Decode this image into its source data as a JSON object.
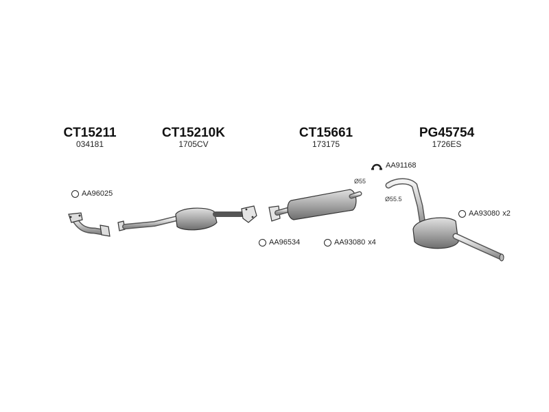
{
  "parts": [
    {
      "code": "CT15211",
      "ref": "034181"
    },
    {
      "code": "CT15210K",
      "ref": "1705CV"
    },
    {
      "code": "CT15661",
      "ref": "173175"
    },
    {
      "code": "PG45754",
      "ref": "1726ES"
    }
  ],
  "accessories": {
    "a1": {
      "code": "AA96025"
    },
    "a2": {
      "code": "AA96534"
    },
    "a3": {
      "code": "AA93080",
      "qty": "x4"
    },
    "a4": {
      "code": "AA91168"
    },
    "a5": {
      "code": "AA93080",
      "qty": "x2"
    }
  },
  "dimensions": {
    "d1": "Ø55",
    "d2": "Ø55.5"
  }
}
